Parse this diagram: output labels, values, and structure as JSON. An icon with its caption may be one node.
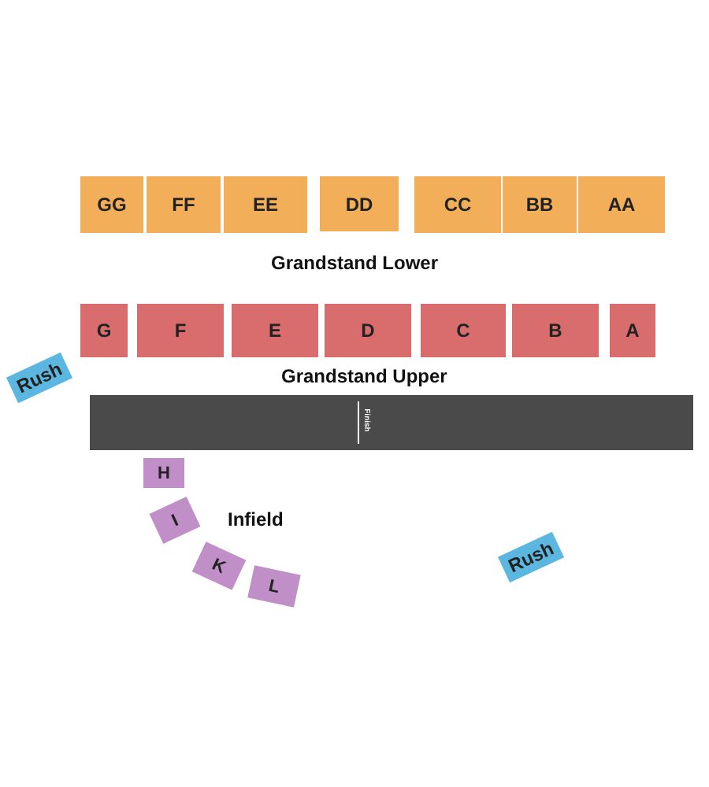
{
  "diagram": {
    "nodes": [
      {
        "text": [
          "GG"
        ]
      },
      {
        "text": [
          "FF"
        ]
      },
      {
        "text": [
          "EE"
        ]
      },
      {
        "text": [
          "DD"
        ]
      },
      {
        "text": [
          "CC"
        ]
      },
      {
        "text": [
          "BB"
        ]
      },
      {
        "text": [
          "AA"
        ]
      },
      {
        "text": [
          "G"
        ]
      },
      {
        "text": [
          "F"
        ]
      },
      {
        "text": [
          "E"
        ]
      },
      {
        "text": [
          "D"
        ]
      },
      {
        "text": [
          "C"
        ]
      },
      {
        "text": [
          "B"
        ]
      },
      {
        "text": [
          "A"
        ]
      },
      {
        "text": [
          "Rush"
        ]
      },
      {
        "text": [
          "Finish"
        ]
      },
      {
        "text": [
          "H"
        ]
      },
      {
        "text": [
          "I"
        ]
      },
      {
        "text": [
          "K"
        ]
      },
      {
        "text": [
          "L"
        ]
      },
      {
        "text": [
          "Rush"
        ]
      }
    ],
    "labels": [
      "Grandstand Lower",
      "Grandstand Upper",
      "Infield"
    ]
  }
}
